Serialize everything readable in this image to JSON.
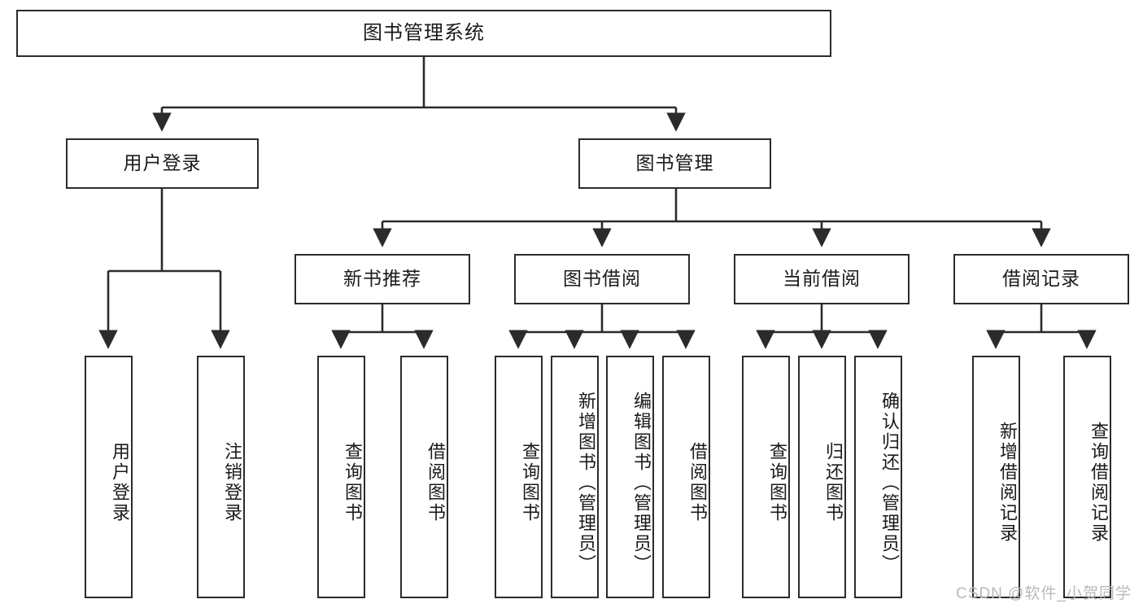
{
  "diagram": {
    "title": "图书管理系统",
    "type": "tree",
    "stroke_color": "#2b2b2b",
    "text_color": "#1a1a1a",
    "background": "#ffffff"
  },
  "nodes": {
    "root": {
      "label": "图书管理系统"
    },
    "level2": [
      {
        "id": "user-login",
        "label": "用户登录"
      },
      {
        "id": "book-manage",
        "label": "图书管理"
      }
    ],
    "level3": [
      {
        "id": "new-book-rec",
        "label": "新书推荐"
      },
      {
        "id": "book-borrow",
        "label": "图书借阅"
      },
      {
        "id": "current-borrow",
        "label": "当前借阅"
      },
      {
        "id": "borrow-record",
        "label": "借阅记录"
      }
    ],
    "leaves": {
      "user-login": [
        {
          "id": "leaf-user-login",
          "label": "用户登录"
        },
        {
          "id": "leaf-user-logout",
          "label": "注销登录"
        }
      ],
      "new-book-rec": [
        {
          "id": "leaf-query-book-1",
          "label": "查询图书"
        },
        {
          "id": "leaf-borrow-book-1",
          "label": "借阅图书"
        }
      ],
      "book-borrow": [
        {
          "id": "leaf-query-book-2",
          "label": "查询图书"
        },
        {
          "id": "leaf-add-book",
          "label": "新增图书（管理员）"
        },
        {
          "id": "leaf-edit-book",
          "label": "编辑图书（管理员）"
        },
        {
          "id": "leaf-borrow-book-2",
          "label": "借阅图书"
        }
      ],
      "current-borrow": [
        {
          "id": "leaf-query-book-3",
          "label": "查询图书"
        },
        {
          "id": "leaf-return-book",
          "label": "归还图书"
        },
        {
          "id": "leaf-confirm-return",
          "label": "确认归还（管理员）"
        }
      ],
      "borrow-record": [
        {
          "id": "leaf-add-record",
          "label": "新增借阅记录"
        },
        {
          "id": "leaf-query-record",
          "label": "查询借阅记录"
        }
      ]
    }
  },
  "watermark": {
    "text": "CSDN @软件_小贺同学"
  }
}
